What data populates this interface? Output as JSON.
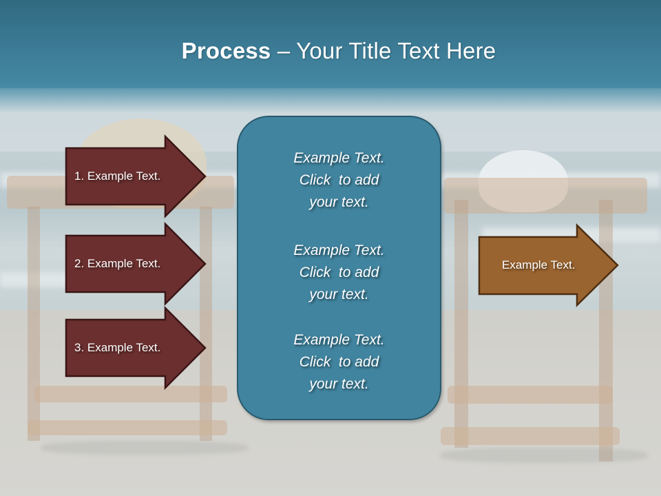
{
  "slide": {
    "title_bold": "Process",
    "title_rest": " – Your Title Text Here",
    "colors": {
      "header_top": "#2f6a80",
      "header_bottom": "#4589a3",
      "left_arrow_fill": "#6b2f2f",
      "left_arrow_border": "#3a1515",
      "right_arrow_fill": "#9a6430",
      "right_arrow_border": "#4e2e12",
      "center_box_fill": "#41849f",
      "center_box_border": "#285a6e",
      "text": "#ffffff"
    }
  },
  "left_arrows": [
    {
      "label": "1. Example Text."
    },
    {
      "label": "2. Example Text."
    },
    {
      "label": "3. Example Text."
    }
  ],
  "center_box": {
    "blocks": [
      {
        "line1": "Example Text.",
        "line2": "Click  to add",
        "line3": "your text."
      },
      {
        "line1": "Example Text.",
        "line2": "Click  to add",
        "line3": "your text."
      },
      {
        "line1": "Example Text.",
        "line2": "Click  to add",
        "line3": "your text."
      }
    ]
  },
  "right_arrow": {
    "label": "Example Text."
  }
}
